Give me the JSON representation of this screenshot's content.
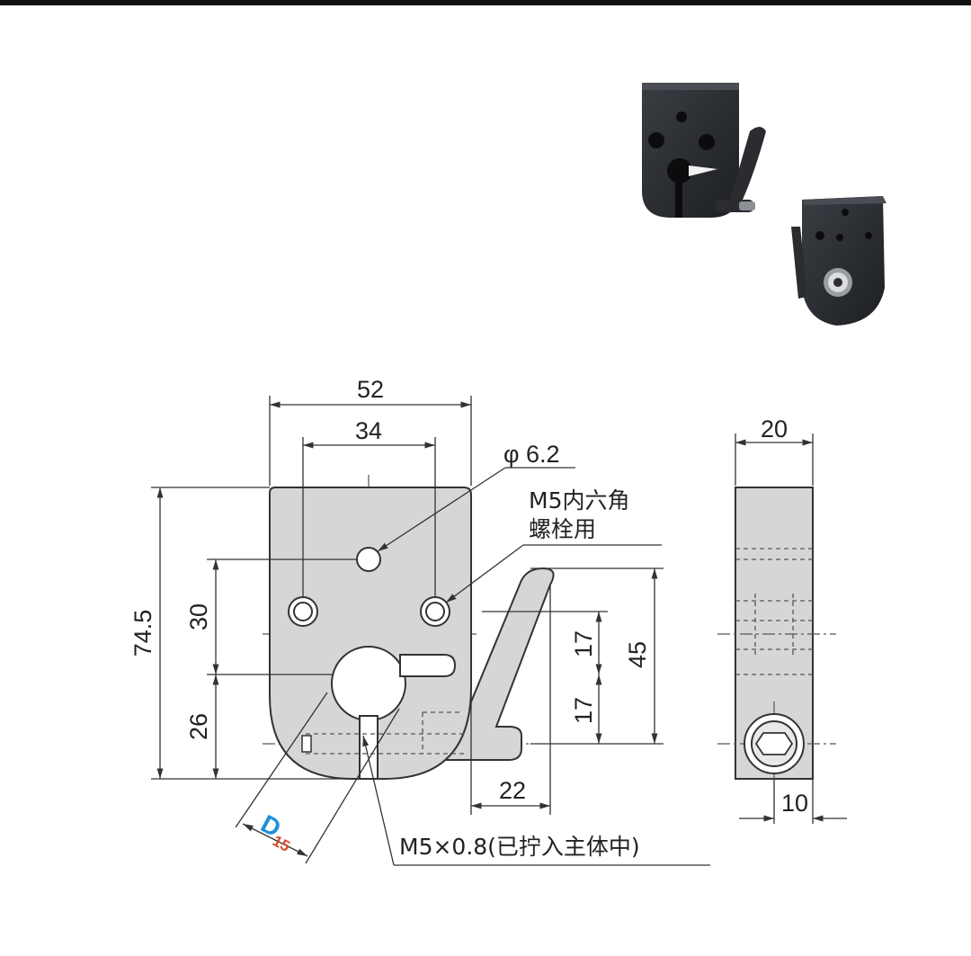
{
  "colors": {
    "part_fill": "#d6d6d6",
    "line": "#333333",
    "photo_body": "#2b2d31",
    "brand_blue": "#1e8fd8",
    "brand_red": "#d8452a"
  },
  "photos": {
    "front_view_name": "lever-clamp-photo-front",
    "back_view_name": "lever-clamp-photo-back"
  },
  "front_view": {
    "dim_overall_width": "52",
    "dim_hole_spacing": "34",
    "dim_overall_height": "74.5",
    "dim_upper": "30",
    "dim_lower": "26",
    "dim_lever_upper": "17",
    "dim_lever_lower": "17",
    "dim_lever_height": "45",
    "dim_lever_offset": "22",
    "hole_callout": "φ 6.2",
    "bolt_note_line1": "M5内六角",
    "bolt_note_line2": "螺栓用",
    "bore_letter": "D",
    "bore_size": "15",
    "screw_note": "M5×0.8(已拧入主体中)"
  },
  "side_view": {
    "dim_thickness": "20",
    "dim_screw_offset": "10"
  }
}
